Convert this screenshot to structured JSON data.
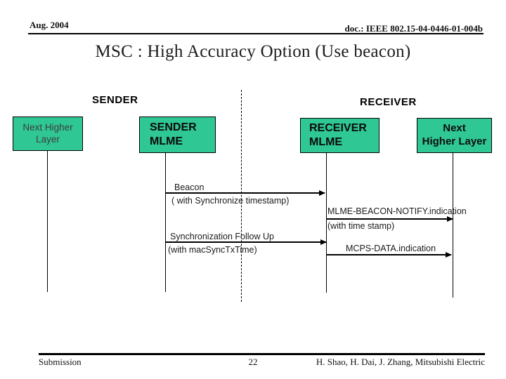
{
  "header": {
    "date": "Aug. 2004",
    "doc_number": "doc.: IEEE 802.15-04-0446-01-004b"
  },
  "title": "MSC : High Accuracy Option (Use beacon)",
  "diagram": {
    "sender_group_label": "SENDER",
    "receiver_group_label": "RECEIVER",
    "entities": {
      "sender_next_higher_layer": "Next Higher\nLayer",
      "sender_mlme": "SENDER\nMLME",
      "receiver_mlme": "RECEIVER\nMLME",
      "receiver_next_higher_layer": "Next\nHigher Layer"
    },
    "messages": {
      "beacon": {
        "label": "Beacon",
        "sublabel": "( with Synchronize timestamp)"
      },
      "beacon_notify": {
        "label": "MLME-BEACON-NOTIFY.indication",
        "sublabel": "(with time stamp)"
      },
      "sync_follow_up": {
        "label": "Synchronization Follow Up",
        "sublabel": "(with macSyncTxTime)"
      },
      "mcps_data": {
        "label": "MCPS-DATA.indication"
      }
    }
  },
  "footer": {
    "left": "Submission",
    "page_number": "22",
    "right": "H. Shao, H. Dai, J. Zhang, Mitsubishi Electric"
  },
  "colors": {
    "entity_box_fill": "#2FC794",
    "line_color": "#000000",
    "background": "#FFFFFF"
  }
}
